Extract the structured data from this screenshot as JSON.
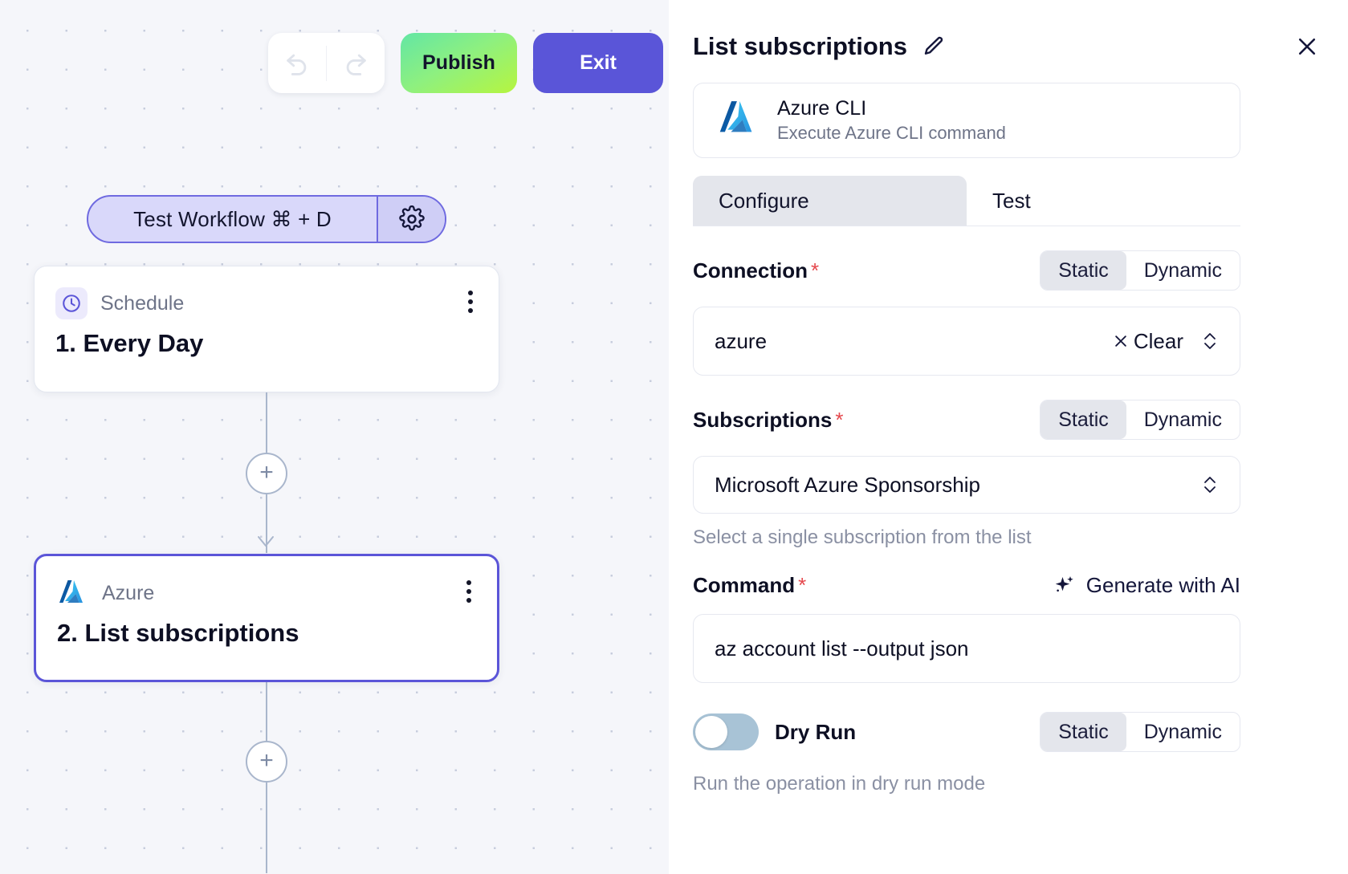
{
  "toolbar": {
    "undo_icon": "undo-arrow-icon",
    "redo_icon": "redo-arrow-icon",
    "publish_label": "Publish",
    "exit_label": "Exit",
    "publish_gradient_from": "#63e6a5",
    "publish_gradient_to": "#b6f53f",
    "exit_color": "#5a55d8"
  },
  "canvas": {
    "test_pill": {
      "label": "Test Workflow ⌘ + D",
      "gear_icon": "gear-icon",
      "accent": "#6f6ae0",
      "fill": "#d9d8fa"
    },
    "nodes": [
      {
        "kind": "Schedule",
        "title": "1. Every Day",
        "icon": "clock-icon",
        "selected": false
      },
      {
        "kind": "Azure",
        "title": "2. List subscriptions",
        "icon": "azure-logo-icon",
        "selected": true
      }
    ],
    "add_button_label": "+",
    "selected_border": "#5b55d8",
    "connector_color": "#a9b6cc"
  },
  "panel": {
    "title": "List subscriptions",
    "edit_icon": "pencil-icon",
    "close_icon": "close-icon",
    "app": {
      "name": "Azure CLI",
      "description": "Execute Azure CLI command",
      "icon": "azure-logo-icon"
    },
    "tabs": [
      {
        "label": "Configure",
        "active": true
      },
      {
        "label": "Test",
        "active": false
      }
    ],
    "fields": {
      "connection": {
        "label": "Connection",
        "required": "*",
        "mode_static": "Static",
        "mode_dynamic": "Dynamic",
        "mode_selected": "Static",
        "value": "azure",
        "clear_label": "Clear",
        "clear_icon": "close-x-icon",
        "stepper_icon": "chevron-up-down-icon"
      },
      "subscriptions": {
        "label": "Subscriptions",
        "required": "*",
        "mode_static": "Static",
        "mode_dynamic": "Dynamic",
        "mode_selected": "Static",
        "value": "Microsoft Azure Sponsorship",
        "hint": "Select a single subscription from the list",
        "stepper_icon": "chevron-up-down-icon"
      },
      "command": {
        "label": "Command",
        "required": "*",
        "generate_label": "Generate with AI",
        "generate_icon": "sparkle-icon",
        "value": "az account list --output json"
      },
      "dry_run": {
        "label": "Dry Run",
        "enabled": false,
        "mode_static": "Static",
        "mode_dynamic": "Dynamic",
        "mode_selected": "Static",
        "hint": "Run the operation in dry run mode"
      }
    }
  }
}
